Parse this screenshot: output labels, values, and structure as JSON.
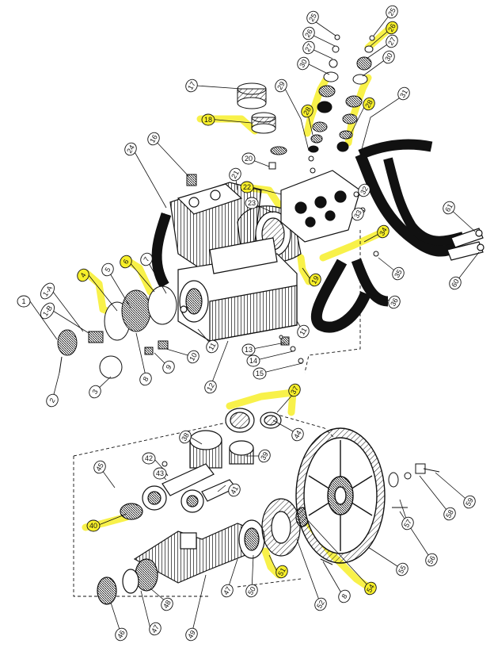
{
  "diagram": {
    "highlight_color": "#f7ef2a",
    "line_color": "#111111",
    "callouts": [
      {
        "id": "c1",
        "label": "1",
        "highlighted": false
      },
      {
        "id": "c1a",
        "label": "1-A",
        "highlighted": false
      },
      {
        "id": "c1b",
        "label": "1-B",
        "highlighted": false
      },
      {
        "id": "c2",
        "label": "2",
        "highlighted": false
      },
      {
        "id": "c3",
        "label": "3",
        "highlighted": false
      },
      {
        "id": "c4",
        "label": "4",
        "highlighted": true
      },
      {
        "id": "c5",
        "label": "5",
        "highlighted": false
      },
      {
        "id": "c6",
        "label": "6",
        "highlighted": true
      },
      {
        "id": "c7",
        "label": "7",
        "highlighted": false
      },
      {
        "id": "c8a",
        "label": "8",
        "highlighted": false
      },
      {
        "id": "c8b",
        "label": "8",
        "highlighted": false
      },
      {
        "id": "c9",
        "label": "9",
        "highlighted": false
      },
      {
        "id": "c10",
        "label": "10",
        "highlighted": false
      },
      {
        "id": "c11a",
        "label": "11",
        "highlighted": false
      },
      {
        "id": "c11b",
        "label": "11",
        "highlighted": false
      },
      {
        "id": "c12",
        "label": "12",
        "highlighted": false
      },
      {
        "id": "c13",
        "label": "13",
        "highlighted": false
      },
      {
        "id": "c14",
        "label": "14",
        "highlighted": false
      },
      {
        "id": "c15",
        "label": "15",
        "highlighted": false
      },
      {
        "id": "c16",
        "label": "16",
        "highlighted": false
      },
      {
        "id": "c17",
        "label": "17",
        "highlighted": false
      },
      {
        "id": "c18",
        "label": "18",
        "highlighted": true
      },
      {
        "id": "c19",
        "label": "19",
        "highlighted": true
      },
      {
        "id": "c20",
        "label": "20",
        "highlighted": false
      },
      {
        "id": "c21",
        "label": "21",
        "highlighted": false
      },
      {
        "id": "c22",
        "label": "22",
        "highlighted": true
      },
      {
        "id": "c23",
        "label": "23",
        "highlighted": false
      },
      {
        "id": "c24",
        "label": "24",
        "highlighted": false
      },
      {
        "id": "c25a",
        "label": "25",
        "highlighted": false
      },
      {
        "id": "c25b",
        "label": "25",
        "highlighted": false
      },
      {
        "id": "c26a",
        "label": "26",
        "highlighted": false
      },
      {
        "id": "c26b",
        "label": "26",
        "highlighted": true
      },
      {
        "id": "c27a",
        "label": "27",
        "highlighted": false
      },
      {
        "id": "c27b",
        "label": "27",
        "highlighted": false
      },
      {
        "id": "c28a",
        "label": "28",
        "highlighted": true
      },
      {
        "id": "c28b",
        "label": "28",
        "highlighted": true
      },
      {
        "id": "c29",
        "label": "29",
        "highlighted": false
      },
      {
        "id": "c30a",
        "label": "30",
        "highlighted": false
      },
      {
        "id": "c30b",
        "label": "30",
        "highlighted": false
      },
      {
        "id": "c31",
        "label": "31",
        "highlighted": false
      },
      {
        "id": "c32",
        "label": "32",
        "highlighted": false
      },
      {
        "id": "c33",
        "label": "33",
        "highlighted": false
      },
      {
        "id": "c34",
        "label": "34",
        "highlighted": true
      },
      {
        "id": "c35",
        "label": "35",
        "highlighted": false
      },
      {
        "id": "c36",
        "label": "36",
        "highlighted": false
      },
      {
        "id": "c37",
        "label": "37",
        "highlighted": true
      },
      {
        "id": "c38",
        "label": "38",
        "highlighted": false
      },
      {
        "id": "c39",
        "label": "39",
        "highlighted": false
      },
      {
        "id": "c40",
        "label": "40",
        "highlighted": true
      },
      {
        "id": "c41",
        "label": "41",
        "highlighted": false
      },
      {
        "id": "c42",
        "label": "42",
        "highlighted": false
      },
      {
        "id": "c43",
        "label": "43",
        "highlighted": false
      },
      {
        "id": "c44",
        "label": "44",
        "highlighted": false
      },
      {
        "id": "c45",
        "label": "45",
        "highlighted": false
      },
      {
        "id": "c46",
        "label": "46",
        "highlighted": false
      },
      {
        "id": "c47a",
        "label": "47",
        "highlighted": false
      },
      {
        "id": "c47b",
        "label": "47",
        "highlighted": false
      },
      {
        "id": "c48",
        "label": "48",
        "highlighted": false
      },
      {
        "id": "c49",
        "label": "49",
        "highlighted": false
      },
      {
        "id": "c50",
        "label": "50",
        "highlighted": false
      },
      {
        "id": "c51",
        "label": "51",
        "highlighted": true
      },
      {
        "id": "c52",
        "label": "52",
        "highlighted": false
      },
      {
        "id": "c54",
        "label": "54",
        "highlighted": true
      },
      {
        "id": "c55",
        "label": "55",
        "highlighted": false
      },
      {
        "id": "c56",
        "label": "56",
        "highlighted": false
      },
      {
        "id": "c57",
        "label": "57",
        "highlighted": false
      },
      {
        "id": "c58",
        "label": "58",
        "highlighted": false
      },
      {
        "id": "c59",
        "label": "59",
        "highlighted": false
      },
      {
        "id": "c60",
        "label": "60",
        "highlighted": false
      },
      {
        "id": "c61",
        "label": "61",
        "highlighted": false
      }
    ]
  }
}
